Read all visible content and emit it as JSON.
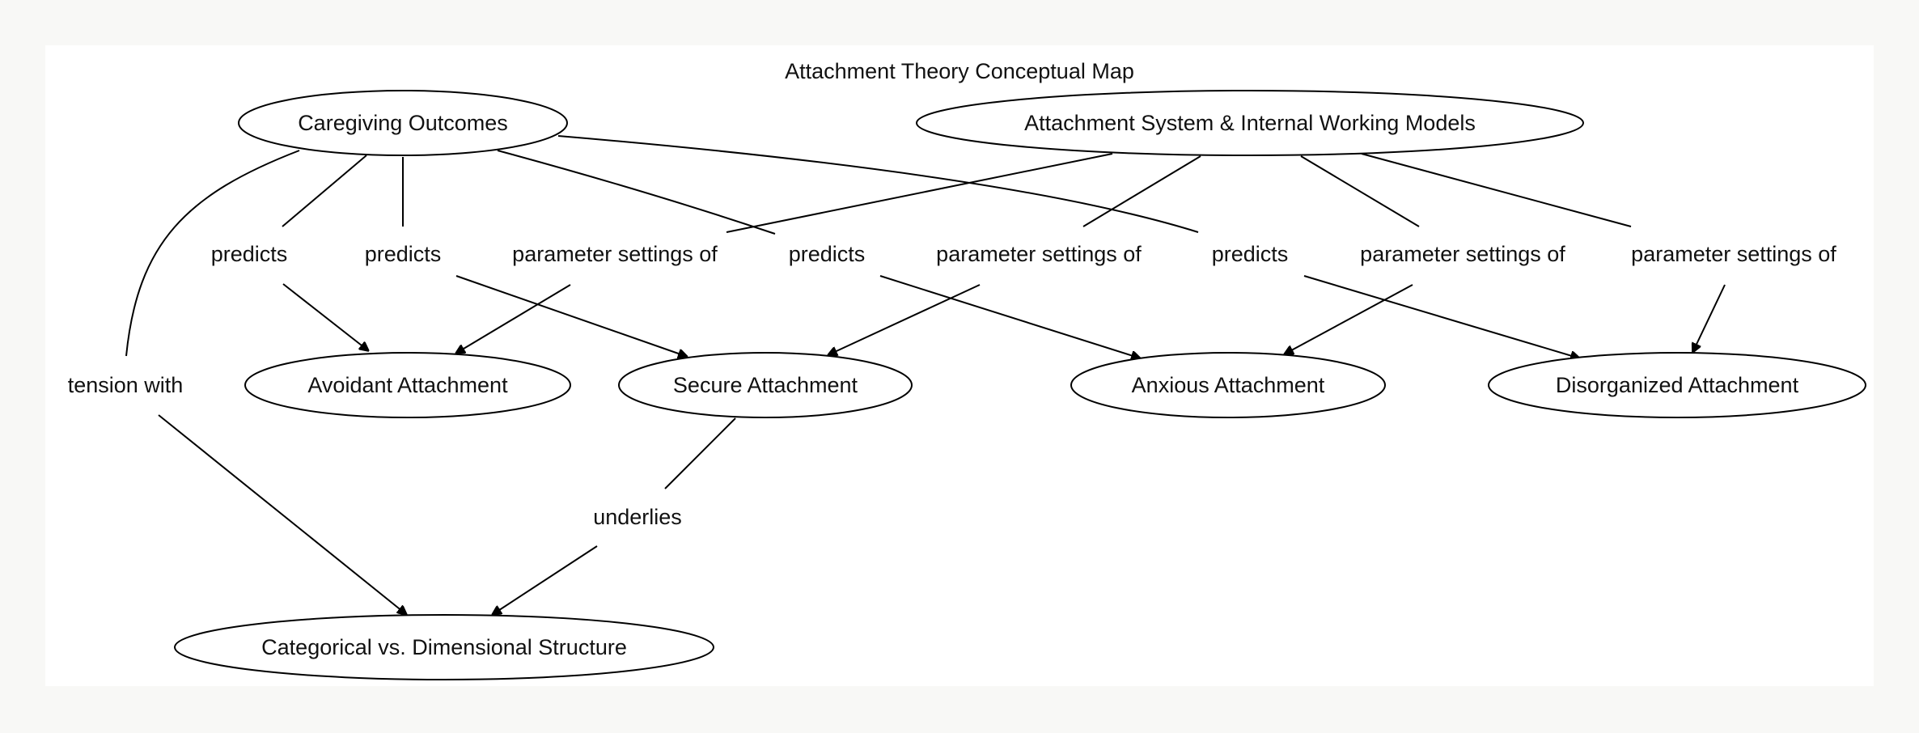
{
  "title": "Attachment Theory Conceptual Map",
  "nodes": {
    "caregiving": "Caregiving Outcomes",
    "attachment_system": "Attachment System & Internal Working Models",
    "avoidant": "Avoidant Attachment",
    "secure": "Secure Attachment",
    "anxious": "Anxious Attachment",
    "disorganized": "Disorganized Attachment",
    "categorical": "Categorical vs. Dimensional Structure"
  },
  "edges": [
    {
      "from": "Caregiving Outcomes",
      "to": "Avoidant Attachment",
      "label": "predicts"
    },
    {
      "from": "Caregiving Outcomes",
      "to": "Secure Attachment",
      "label": "predicts"
    },
    {
      "from": "Caregiving Outcomes",
      "to": "Anxious Attachment",
      "label": "predicts"
    },
    {
      "from": "Caregiving Outcomes",
      "to": "Disorganized Attachment",
      "label": "predicts"
    },
    {
      "from": "Caregiving Outcomes",
      "to": "Categorical vs. Dimensional Structure",
      "label": "tension with"
    },
    {
      "from": "Attachment System & Internal Working Models",
      "to": "Avoidant Attachment",
      "label": "parameter settings of"
    },
    {
      "from": "Attachment System & Internal Working Models",
      "to": "Secure Attachment",
      "label": "parameter settings of"
    },
    {
      "from": "Attachment System & Internal Working Models",
      "to": "Anxious Attachment",
      "label": "parameter settings of"
    },
    {
      "from": "Attachment System & Internal Working Models",
      "to": "Disorganized Attachment",
      "label": "parameter settings of"
    },
    {
      "from": "Secure Attachment",
      "to": "Categorical vs. Dimensional Structure",
      "label": "underlies"
    }
  ]
}
